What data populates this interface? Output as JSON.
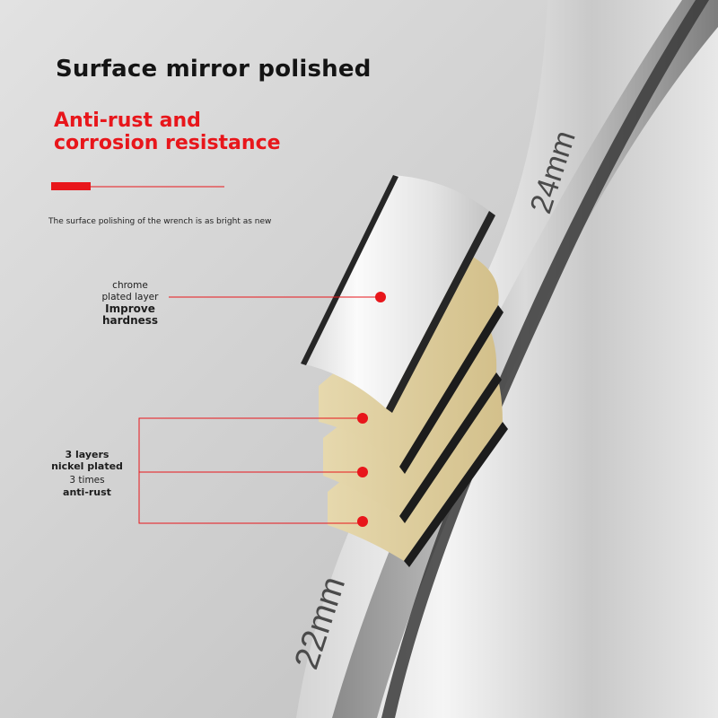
{
  "headline": "Surface mirror polished",
  "subheadline_line1": "Anti-rust and",
  "subheadline_line2": "corrosion resistance",
  "description": "The surface polishing of the wrench is as bright as new",
  "chrome_callout": {
    "line1": "chrome",
    "line2": "plated layer",
    "line3": "Improve",
    "line4": "hardness"
  },
  "nickel_callout": {
    "line1": "3 layers",
    "line2": "nickel plated",
    "line3": "3 times",
    "line4": "anti-rust"
  },
  "size_labels": {
    "upper": "24mm",
    "lower": "22mm"
  },
  "colors": {
    "accent_red": "#e8161b",
    "nickel_gold": "#dccb9c",
    "chrome_silver": "#e6e6e6"
  }
}
